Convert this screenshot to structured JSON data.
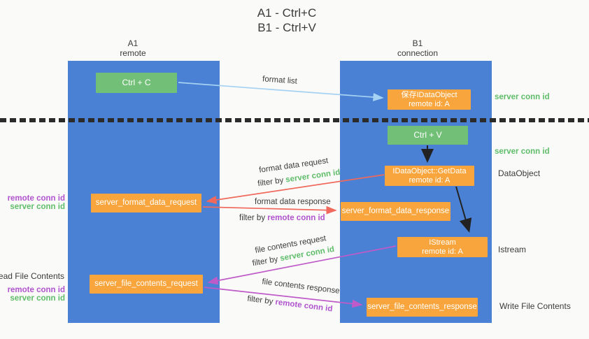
{
  "title": {
    "line1": "A1 - Ctrl+C",
    "line2": "B1 - Ctrl+V"
  },
  "columns": {
    "left": {
      "header_line1": "A1",
      "header_line2": "remote"
    },
    "right": {
      "header_line1": "B1",
      "header_line2": "connection"
    }
  },
  "nodes": {
    "ctrl_c": "Ctrl + C",
    "save_idataobject_line1": "保存IDataObject",
    "save_idataobject_line2": "remote id: A",
    "ctrl_v": "Ctrl + V",
    "getdata_line1": "IDataObject::GetData",
    "getdata_line2": "remote id: A",
    "format_request": "server_format_data_request",
    "format_response": "server_format_data_response",
    "istream_line1": "IStream",
    "istream_line2": "remote id: A",
    "file_request": "server_file_contents_request",
    "file_response": "server_file_contents_response"
  },
  "arrow_labels": {
    "format_list": "format list",
    "format_data_request": "format data request",
    "format_data_response": "format data response",
    "file_contents_request": "file contents request",
    "file_contents_response": "file contents response",
    "filter_by": "filter by ",
    "server_conn_id": "server conn id",
    "remote_conn_id": "remote conn id"
  },
  "side_labels": {
    "remote_conn_id": "remote conn id",
    "server_conn_id": "server conn id",
    "read_file_contents": "Read File Contents",
    "write_file_contents": "Write File Contents",
    "dataobject": "DataObject",
    "istream": "Istream"
  },
  "colors": {
    "lane_blue": "#4A81D4",
    "node_green": "#72BF78",
    "node_orange": "#F7A53C",
    "arrow_blue": "#A5D2F3",
    "arrow_red": "#F0695C",
    "arrow_purple": "#BF5BC8",
    "arrow_black": "#222222",
    "text_green": "#5FBD69",
    "text_purple": "#B054CE",
    "text_dark": "#3B3B3B",
    "background": "#FAFAF9"
  }
}
